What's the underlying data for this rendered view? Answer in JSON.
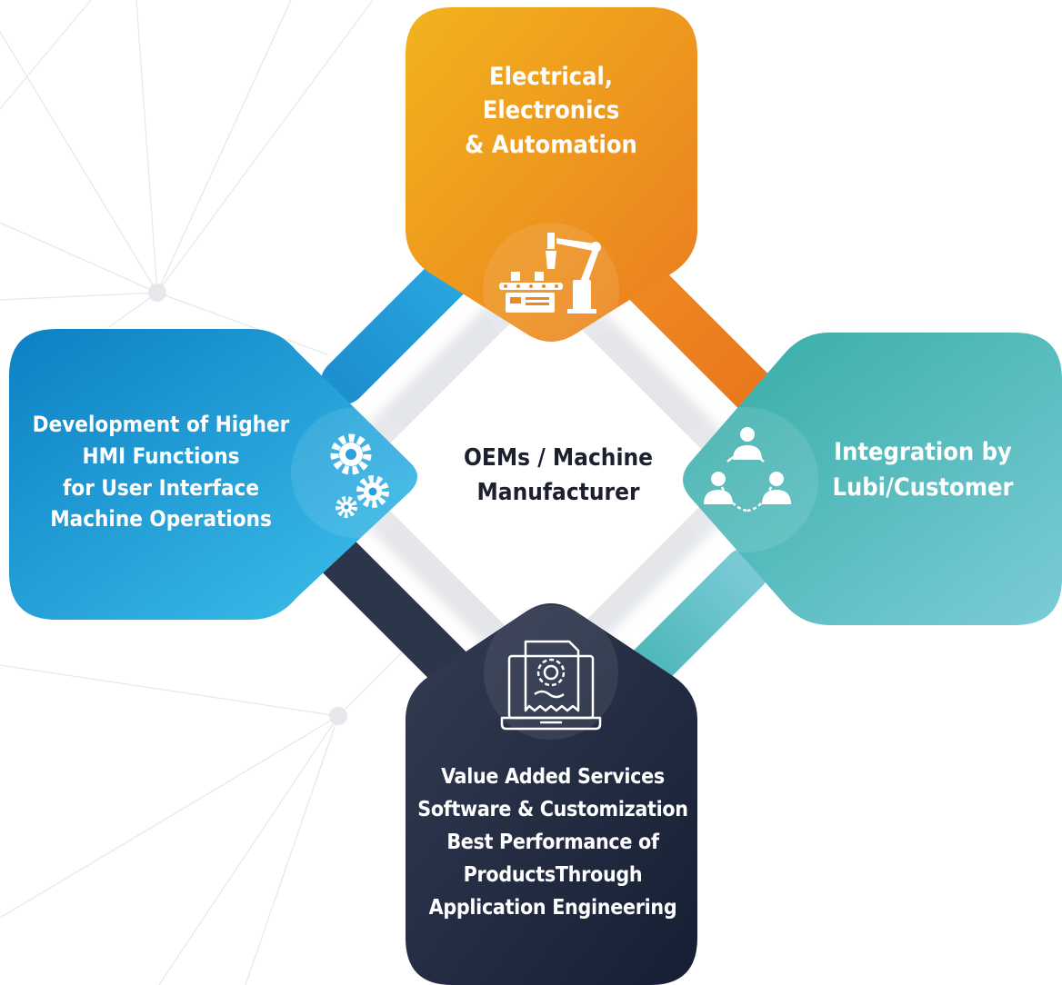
{
  "center": {
    "lines": [
      "OEMs / Machine",
      "Manufacturer"
    ]
  },
  "nodes": {
    "top": {
      "lines": [
        "Electrical,",
        "Electronics",
        "& Automation"
      ],
      "icon": "robot-arm-conveyor-icon",
      "color_start": "#F2B31E",
      "color_end": "#EA7C1F"
    },
    "left": {
      "lines": [
        "Development of Higher",
        "HMI Functions",
        "for User Interface",
        "Machine Operations"
      ],
      "icon": "gears-icon",
      "color_start": "#0C80C4",
      "color_end": "#3FC1EC"
    },
    "right": {
      "lines": [
        "Integration by",
        "Lubi/Customer"
      ],
      "icon": "team-network-icon",
      "color_start": "#34ACA4",
      "color_end": "#7BCBD7"
    },
    "bottom": {
      "lines": [
        "Value Added Services",
        "Software & Customization",
        "Best Performance of",
        "ProductsThrough",
        "Application Engineering"
      ],
      "icon": "laptop-gear-document-icon",
      "color_start": "#333B52",
      "color_end": "#172034"
    }
  }
}
